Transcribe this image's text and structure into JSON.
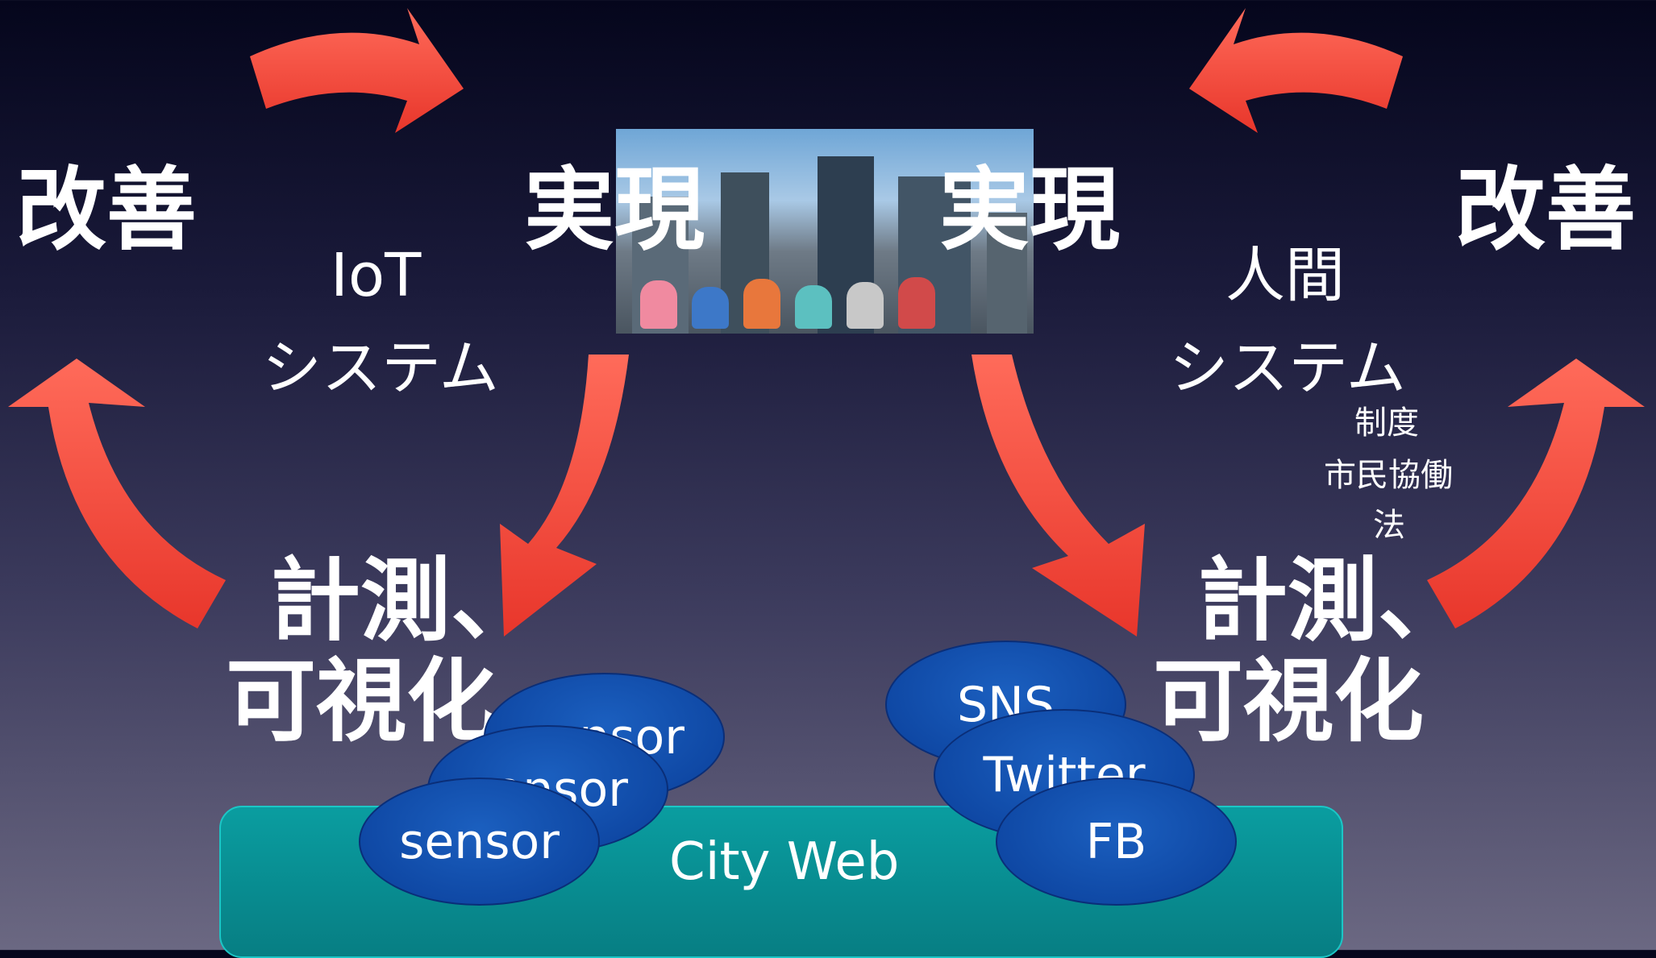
{
  "left": {
    "improve": "改善",
    "realize": "実現",
    "system_title_1": "IoT",
    "system_title_2": "システム",
    "measure_1": "計測、",
    "measure_2": "可視化"
  },
  "right": {
    "improve": "改善",
    "realize": "実現",
    "system_title_1": "人間",
    "system_title_2": "システム",
    "note_1": "制度",
    "note_2": "市民協働",
    "note_3": "法",
    "measure_1": "計測、",
    "measure_2": "可視化"
  },
  "platform": {
    "label": "City Web"
  },
  "left_ovals": [
    "sensor",
    "sensor",
    "sensor"
  ],
  "right_ovals": [
    "SNS",
    "Twitter",
    "FB"
  ],
  "colors": {
    "arrow": "#e8453a",
    "platform": "#0a9da0",
    "oval": "#0a3f9a"
  }
}
